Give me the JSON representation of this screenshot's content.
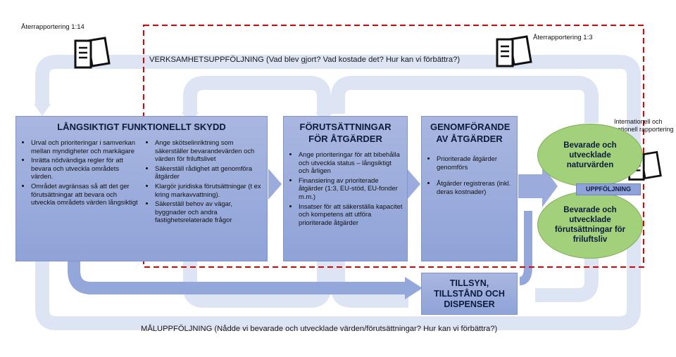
{
  "feedback_top_left": "Återrapportering 1:14",
  "feedback_top_right": "Återrapportering 1:3",
  "loop_top_label": "VERKSAMHETSUPPFÖLJNING (Vad blev gjort? Vad kostade det? Hur kan vi förbättra?)",
  "loop_bottom_label": "MÅLUPPFÖLJNING (Nådde vi bevarade och utvecklade värden/förutsättningar? Hur kan vi förbättra?)",
  "national_reporting": "Internationell och nationell rapportering",
  "box_long_term": {
    "title": "LÅNGSIKTIGT FUNKTIONELLT SKYDD",
    "col1": [
      "Urval och prioriteringar i samverkan mellan myndigheter och markägare",
      "Inrätta nödvändiga regler för att bevara och utveckla områdets värden.",
      "Området avgränsas så att det ger förutsättningar att bevara och utveckla områdets värden långsiktigt"
    ],
    "col2": [
      "Ange skötselinriktning som säkerställer bevarandevärden och värden för friluftslivet",
      "Säkerställ rådighet att genomföra åtgärder",
      "Klargör juridiska förutsättningar (t ex kring markavvattning).",
      "Säkerställ behov av vägar, byggnader och andra fastighetsrelaterade frågor"
    ]
  },
  "box_conditions": {
    "title": "FÖRUTSÄTTNINGAR FÖR ÅTGÄRDER",
    "items": [
      "Ange prioriteringar för att bibehålla och utveckla status – långsiktigt och årligen",
      "Finansiering av prioriterade åtgärder (1:3, EU-stöd, EU-fonder m.m.)",
      "Insatser för att säkerställa kapacitet och kompetens att utföra prioriterade åtgärder"
    ]
  },
  "box_implementation": {
    "title": "GENOMFÖRANDE AV ÅTGÄRDER",
    "items": [
      "Prioriterade åtgärder genomförs",
      "Åtgärder registreras (inkl. deras kostnader)"
    ]
  },
  "box_supervision": {
    "title": "TILLSYN, TILLSTÅND OCH DISPENSER"
  },
  "oval_nature": "Bevarade och utvecklade naturvärden",
  "oval_outdoor": "Bevarade och utvecklade förutsättningar för friluftsliv",
  "followup_badge": "UPPFÖLJNING",
  "colors": {
    "box_fill": "#9aabdc",
    "loop_arrow": "#dde4f3",
    "oval_fill": "#a3d07a",
    "dashed_frame": "#e00000"
  }
}
